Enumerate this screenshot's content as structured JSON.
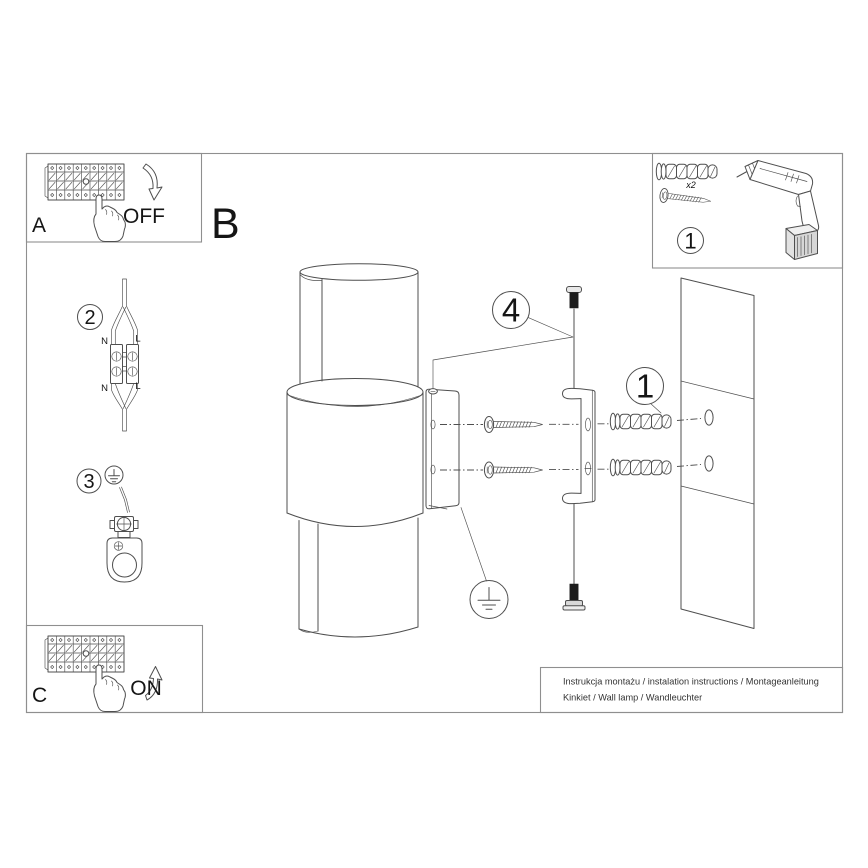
{
  "panels": {
    "a": {
      "letter": "A",
      "switch_state": "OFF"
    },
    "b": {
      "letter": "B"
    },
    "c": {
      "letter": "C",
      "switch_state": "ON"
    }
  },
  "callouts": {
    "wire_connection": "2",
    "earth_connection": "3",
    "mount_screws": "4",
    "wall_anchors": "1",
    "tools_parts": "1"
  },
  "parts_box": {
    "anchor_quantity": "x2"
  },
  "wiring": {
    "neutral": "N",
    "live": "L"
  },
  "footer": {
    "line1": "Instrukcja montażu / instalation instructions / Montageanleitung",
    "line2": "Kinkiet / Wall lamp / Wandleuchter"
  },
  "colors": {
    "line": "#4f4f4f",
    "frame": "#8f8f8f",
    "text": "#151515"
  }
}
